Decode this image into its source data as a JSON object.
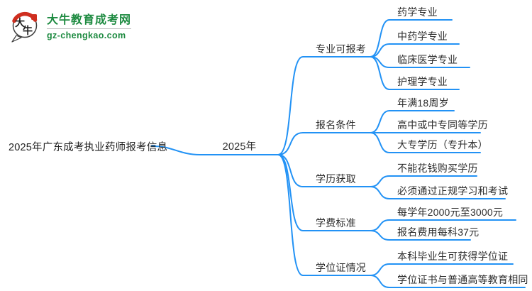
{
  "logo": {
    "icon_top": "大",
    "icon_bottom": "牛",
    "site_name": "大牛教育成考网",
    "domain": "gz-chengkao.com"
  },
  "colors": {
    "line_blue": "#2292f5",
    "brand_green": "#1d8a40",
    "brand_red": "#cf2e1f",
    "text_dark": "#2d2d2d"
  },
  "mindmap": {
    "root": "2025年广东成考执业药师报考信息",
    "center": "2025年",
    "branches": [
      {
        "label": "专业可报考",
        "children": [
          {
            "label": "药学专业"
          },
          {
            "label": "中药学专业"
          },
          {
            "label": "临床医学专业"
          },
          {
            "label": "护理学专业"
          }
        ]
      },
      {
        "label": "报名条件",
        "children": [
          {
            "label": "年满18周岁"
          },
          {
            "label": "高中或中专同等学历"
          },
          {
            "label": "大专学历（专升本）"
          }
        ]
      },
      {
        "label": "学历获取",
        "children": [
          {
            "label": "不能花钱购买学历"
          },
          {
            "label": "必须通过正规学习和考试"
          }
        ]
      },
      {
        "label": "学费标准",
        "children": [
          {
            "label": "每学年2000元至3000元"
          },
          {
            "label": "报名费用每科37元"
          }
        ]
      },
      {
        "label": "学位证情况",
        "children": [
          {
            "label": "本科毕业生可获得学位证"
          },
          {
            "label": "学位证书与普通高等教育相同"
          }
        ]
      }
    ]
  }
}
